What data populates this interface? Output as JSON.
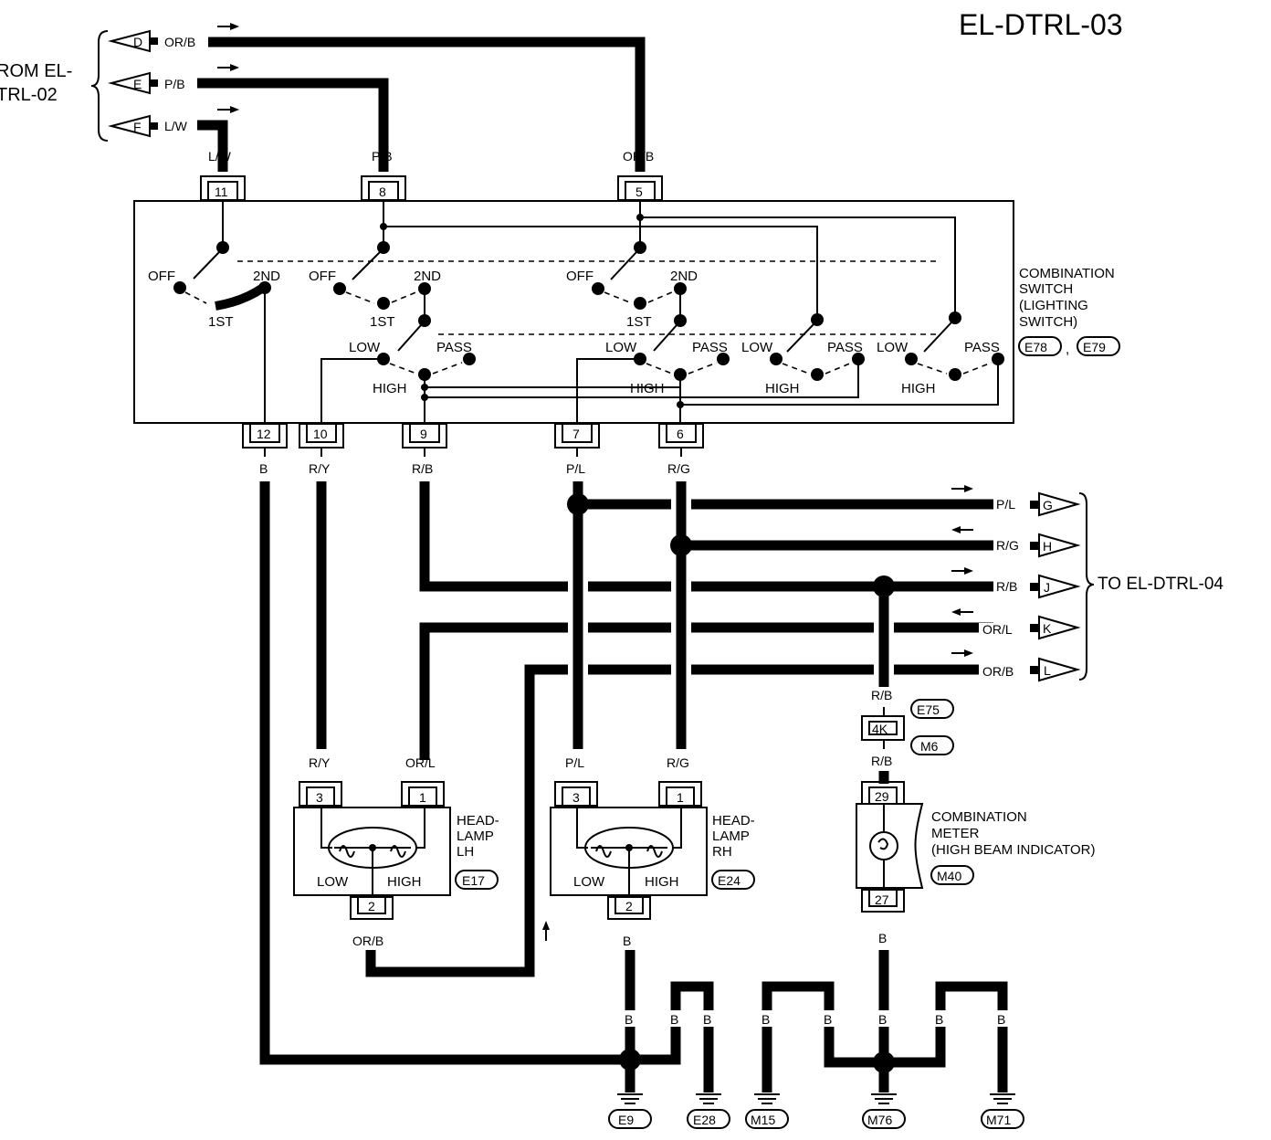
{
  "title": "EL-DTRL-03",
  "from_label": [
    "ROM EL-",
    "TRL-02"
  ],
  "to_label": "TO EL-DTRL-04",
  "wires": {
    "orb": "OR/B",
    "pb": "P/B",
    "lw": "L/W",
    "b": "B",
    "ry": "R/Y",
    "rb": "R/B",
    "pl": "P/L",
    "rg": "R/G",
    "orl": "OR/L"
  },
  "in_connectors": [
    {
      "letter": "D",
      "wire": "OR/B"
    },
    {
      "letter": "E",
      "wire": "P/B"
    },
    {
      "letter": "F",
      "wire": "L/W"
    }
  ],
  "out_connectors": [
    {
      "letter": "G",
      "wire": "P/L"
    },
    {
      "letter": "H",
      "wire": "R/G"
    },
    {
      "letter": "J",
      "wire": "R/B"
    },
    {
      "letter": "K",
      "wire": "OR/L"
    },
    {
      "letter": "L",
      "wire": "OR/B"
    }
  ],
  "switch": {
    "title": [
      "COMBINATION",
      "SWITCH",
      "(LIGHTING",
      " SWITCH)"
    ],
    "connectors": [
      "E78",
      "E79"
    ],
    "top_pins": [
      "11",
      "8",
      "5"
    ],
    "bottom_pins": [
      "12",
      "10",
      "9",
      "7",
      "6"
    ],
    "pos_off": "OFF",
    "pos_2nd": "2ND",
    "pos_1st": "1ST",
    "pos_low": "LOW",
    "pos_pass": "PASS",
    "pos_high": "HIGH"
  },
  "headlamp_lh": {
    "title": [
      "HEAD-",
      "LAMP",
      "LH"
    ],
    "connector": "E17",
    "pins": [
      "3",
      "1",
      "2"
    ],
    "low": "LOW",
    "high": "HIGH"
  },
  "headlamp_rh": {
    "title": [
      "HEAD-",
      "LAMP",
      "RH"
    ],
    "connector": "E24",
    "pins": [
      "3",
      "1",
      "2"
    ],
    "low": "LOW",
    "high": "HIGH"
  },
  "joint": {
    "pin": "4K",
    "connectors": [
      "E75",
      "M6"
    ]
  },
  "meter": {
    "title": [
      "COMBINATION",
      "METER",
      "(HIGH BEAM INDICATOR)"
    ],
    "connector": "M40",
    "pins": [
      "29",
      "27"
    ]
  },
  "grounds": [
    "E9",
    "E28",
    "M15",
    "M76",
    "M71"
  ]
}
